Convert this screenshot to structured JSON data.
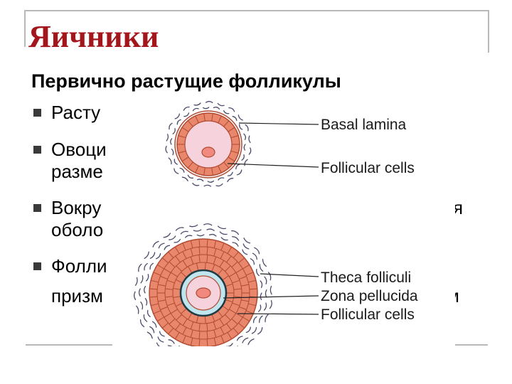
{
  "slide": {
    "title": "Яичники",
    "subtitle": "Первично растущие фолликулы",
    "bullet_lines": [
      {
        "text": "Расту"
      },
      {
        "text": "Овоци"
      },
      {
        "text": "разме"
      },
      {
        "text": "Вокру"
      },
      {
        "text": "я"
      },
      {
        "text": "оболо"
      },
      {
        "text": "Фолли"
      },
      {
        "text": "призм"
      },
      {
        "text": "м"
      }
    ]
  },
  "figure": {
    "labels": {
      "basal_lamina": "Basal lamina",
      "follicular_cells_top": "Follicular cells",
      "theca_folliculi": "Theca folliculi",
      "zona_pellucida": "Zona pellucida",
      "follicular_cells_bottom": "Follicular cells"
    }
  },
  "colors": {
    "title": "#a2161c",
    "follicular_cells": "#e8876b",
    "cell_outline": "#b04a32",
    "oocyte": "#f6d3dc",
    "nucleus": "#f08a7e",
    "zona": "#bfe6ee",
    "theca": "#4a4a6a"
  }
}
